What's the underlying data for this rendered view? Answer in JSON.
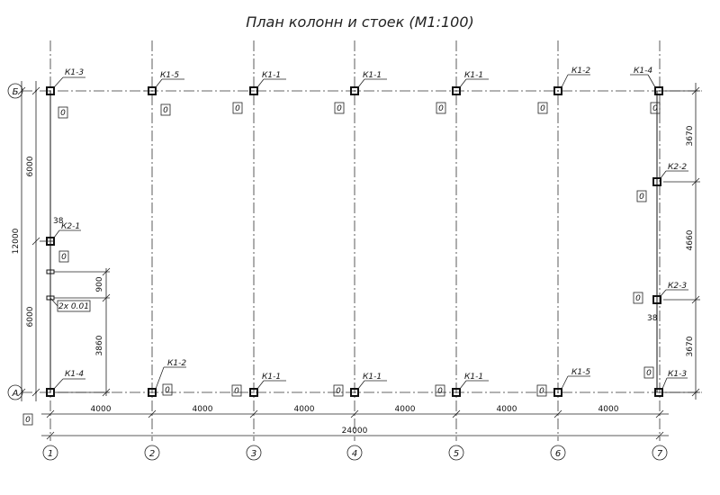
{
  "title": "План колонн и стоек (М1:100)",
  "axes_x": [
    "1",
    "2",
    "3",
    "4",
    "5",
    "6",
    "7"
  ],
  "axes_y": [
    "Б",
    "А"
  ],
  "dims_bottom": [
    "4000",
    "4000",
    "4000",
    "4000",
    "4000",
    "4000"
  ],
  "dim_total": "24000",
  "dims_left": [
    "6000",
    "6000"
  ],
  "dim_left_total": "12000",
  "dims_right": [
    "3670",
    "4660",
    "3670"
  ],
  "dims_left_extra": [
    "900",
    "3860"
  ],
  "offsets": [
    "38",
    "38"
  ],
  "level_label": "2x 0.01",
  "zero": "0",
  "columns_top": [
    "К1-3",
    "К1-5",
    "К1-1",
    "К1-1",
    "К1-1",
    "К1-2",
    "К1-4"
  ],
  "columns_bottom": [
    "К1-4",
    "К1-2",
    "К1-1",
    "К1-1",
    "К1-1",
    "К1-5",
    "К1-3"
  ],
  "posts": [
    "К2-1",
    "К2-2",
    "К2-3"
  ]
}
